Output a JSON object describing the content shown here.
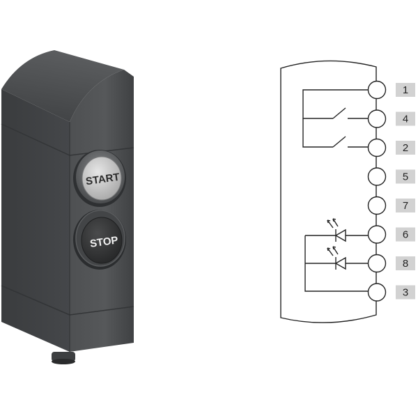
{
  "device": {
    "buttons": [
      {
        "label": "START",
        "face_color": "#c9c9c9",
        "text_color": "#2b2b2b"
      },
      {
        "label": "STOP",
        "face_color": "#3a3b3c",
        "text_color": "#f2f2f2"
      }
    ],
    "housing_color": "#4b4d4f"
  },
  "wiring": {
    "terminals": [
      {
        "number": "1"
      },
      {
        "number": "4"
      },
      {
        "number": "2"
      },
      {
        "number": "5"
      },
      {
        "number": "7"
      },
      {
        "number": "6"
      },
      {
        "number": "8"
      },
      {
        "number": "3"
      }
    ],
    "line_color": "#222222",
    "label_box_color": "#d2d2d2"
  }
}
